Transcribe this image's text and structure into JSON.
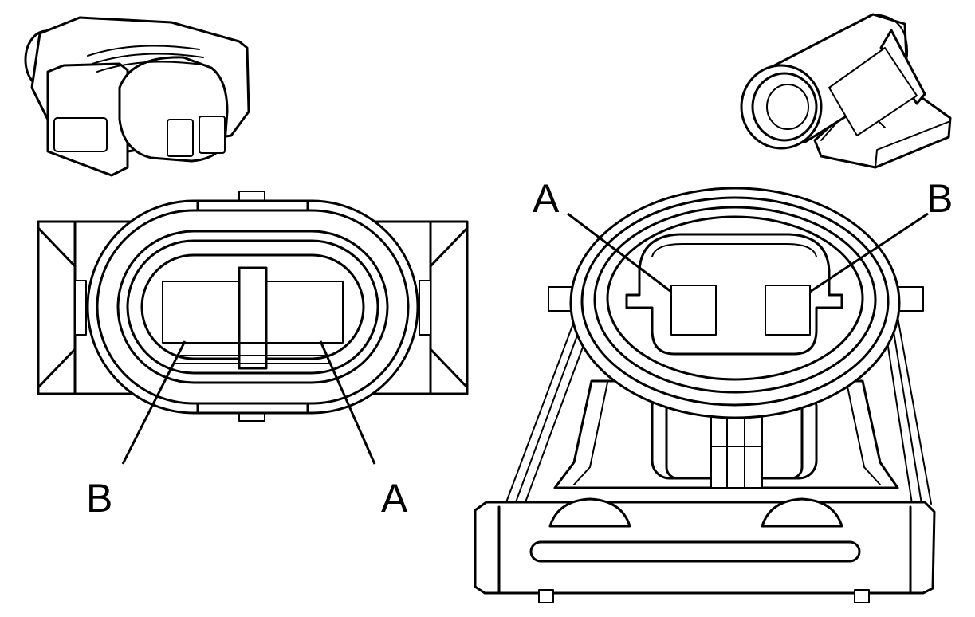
{
  "callouts": {
    "left_b": "B",
    "left_a": "A",
    "right_a": "A",
    "right_b": "B"
  }
}
